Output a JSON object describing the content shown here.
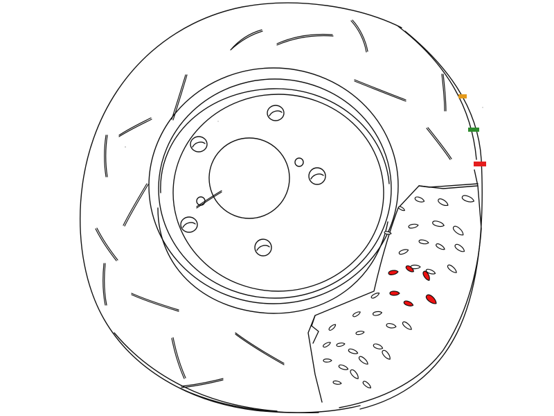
{
  "diagram": {
    "subject": "brake-rotor",
    "colors": {
      "background": "#ffffff",
      "outline": "#111111",
      "wear_indicator_orange": "#e39a1c",
      "wear_indicator_green": "#2c8a2c",
      "wear_indicator_red": "#e41e1e",
      "highlighted_vanes": "#ee1111"
    },
    "wear_indicators": [
      {
        "name": "orange",
        "color": "#e39a1c"
      },
      {
        "name": "green",
        "color": "#2c8a2c"
      },
      {
        "name": "red",
        "color": "#e41e1e"
      }
    ]
  }
}
